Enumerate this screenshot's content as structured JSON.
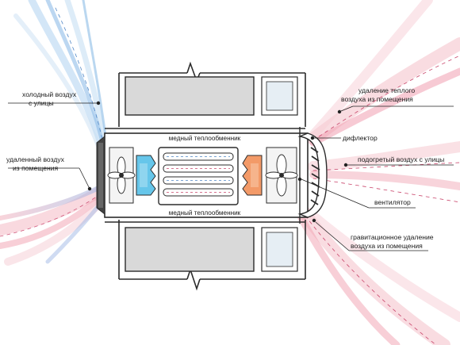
{
  "labels": {
    "cold_air": [
      "холодный воздух",
      "с улицы"
    ],
    "removed_air": [
      "удаленный воздух",
      "из помещения"
    ],
    "warm_air_removal": [
      "удаление теплого",
      "воздуха из помещения"
    ],
    "deflector": "дифлектор",
    "heated_air": "подогретый воздух с улицы",
    "fan": "вентилятор",
    "gravity_removal": [
      "гравитационное удаление",
      "воздуха из помещения"
    ],
    "exchanger_top": "медный теплообменник",
    "exchanger_bottom": "медный теплообменник"
  },
  "colors": {
    "cold_flow": "#7fb6e6",
    "warm_flow": "#f2a9b4",
    "cold_block": "#66c6ea",
    "warm_block": "#f39a68",
    "wall": "#d9d9d9",
    "outline": "#2b2b2b"
  }
}
